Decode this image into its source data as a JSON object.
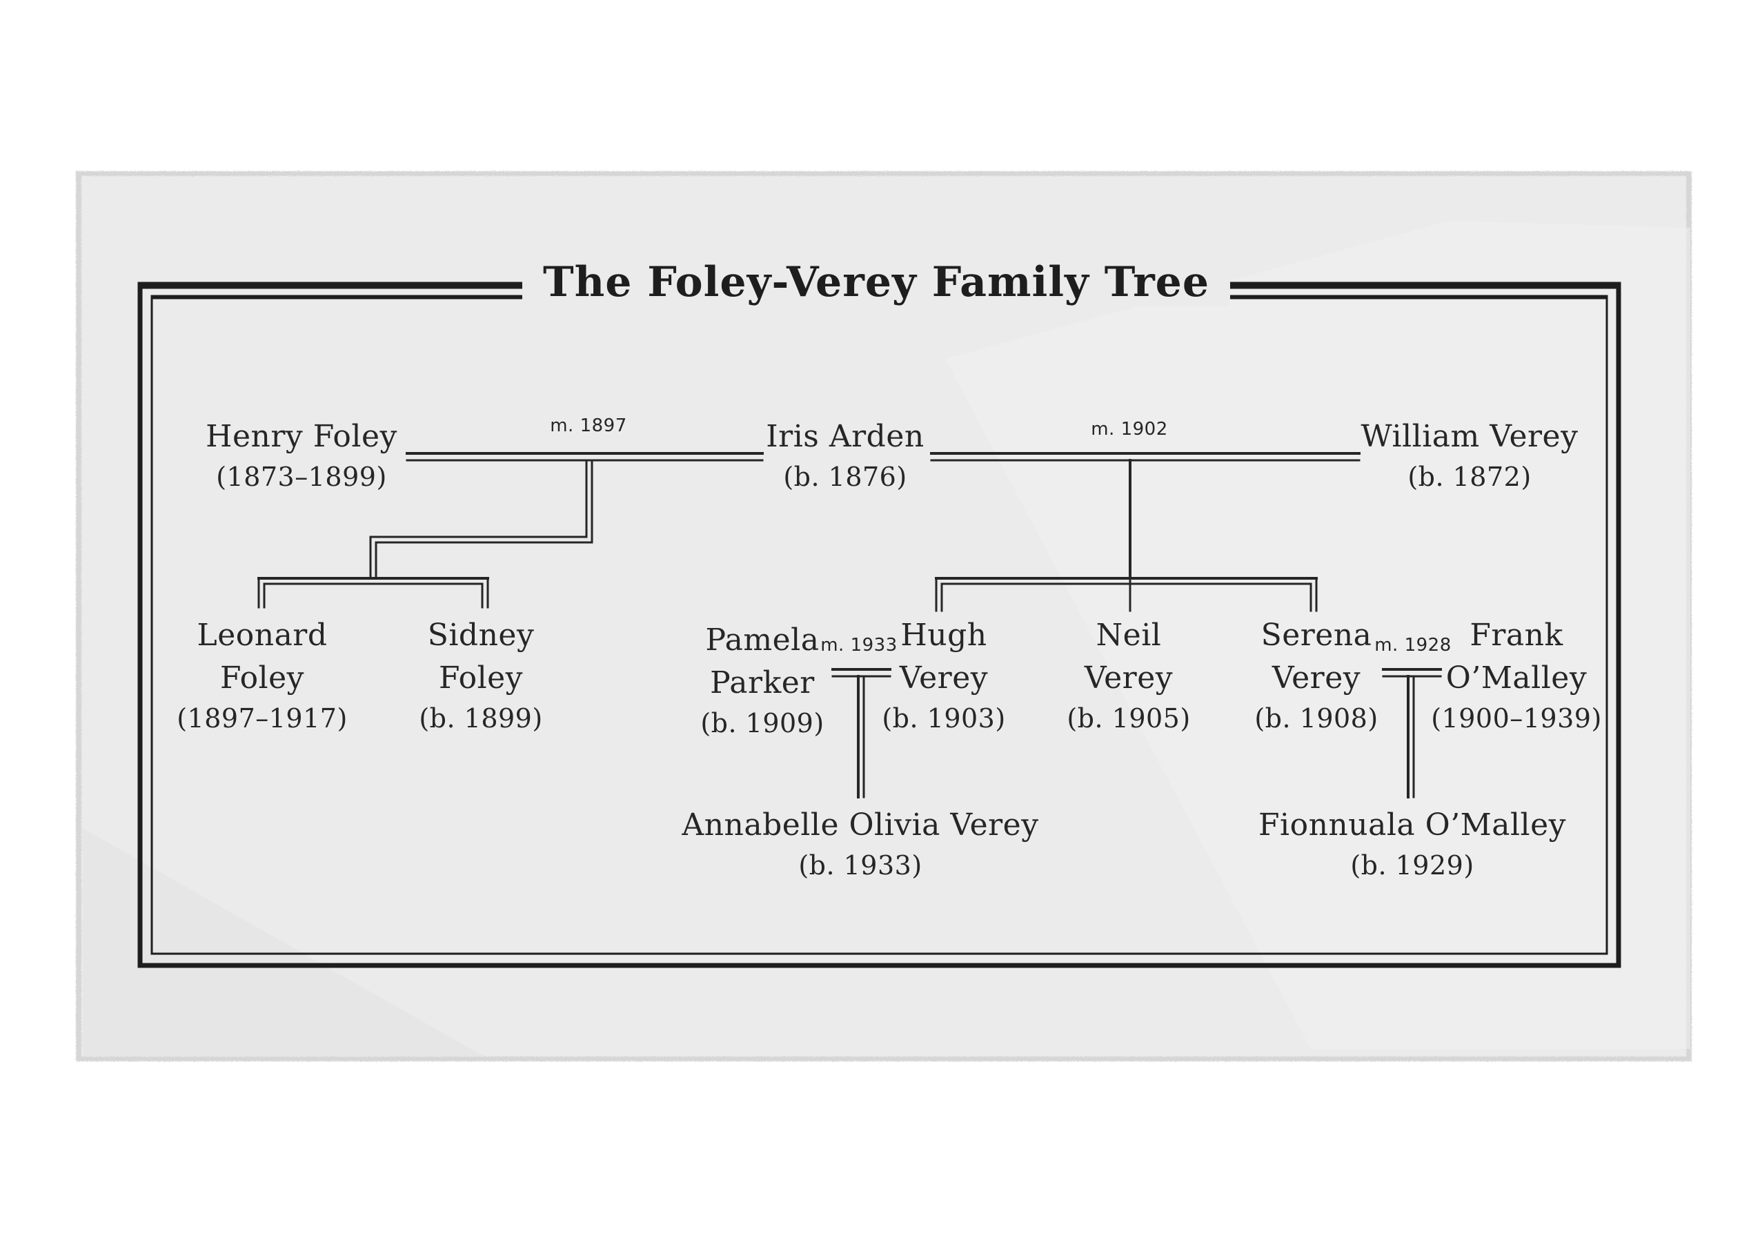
{
  "title": "The Foley-Verey Family Tree",
  "people": {
    "henry": {
      "name": "Henry Foley",
      "dates": "(1873–1899)"
    },
    "iris": {
      "name": "Iris Arden",
      "dates": "(b. 1876)"
    },
    "william": {
      "name": "William Verey",
      "dates": "(b. 1872)"
    },
    "leonard": {
      "name_line1": "Leonard",
      "name_line2": "Foley",
      "dates": "(1897–1917)"
    },
    "sidney": {
      "name_line1": "Sidney",
      "name_line2": "Foley",
      "dates": "(b. 1899)"
    },
    "pamela": {
      "name_line1": "Pamela",
      "name_line2": "Parker",
      "dates": "(b. 1909)"
    },
    "hugh": {
      "name_line1": "Hugh",
      "name_line2": "Verey",
      "dates": "(b. 1903)"
    },
    "neil": {
      "name_line1": "Neil",
      "name_line2": "Verey",
      "dates": "(b. 1905)"
    },
    "serena": {
      "name_line1": "Serena",
      "name_line2": "Verey",
      "dates": "(b. 1908)"
    },
    "frank": {
      "name_line1": "Frank",
      "name_line2": "O’Malley",
      "dates": "(1900–1939)"
    },
    "annabelle": {
      "name": "Annabelle Olivia Verey",
      "dates": "(b. 1933)"
    },
    "fionnuala": {
      "name": "Fionnuala O’Malley",
      "dates": "(b. 1929)"
    }
  },
  "marriages": {
    "henry_iris": "m. 1897",
    "iris_william": "m. 1902",
    "pamela_hugh": "m. 1933",
    "serena_frank": "m. 1928"
  },
  "colors": {
    "ink": "#262626",
    "paper": "#ebebeb",
    "background": "#ffffff"
  }
}
